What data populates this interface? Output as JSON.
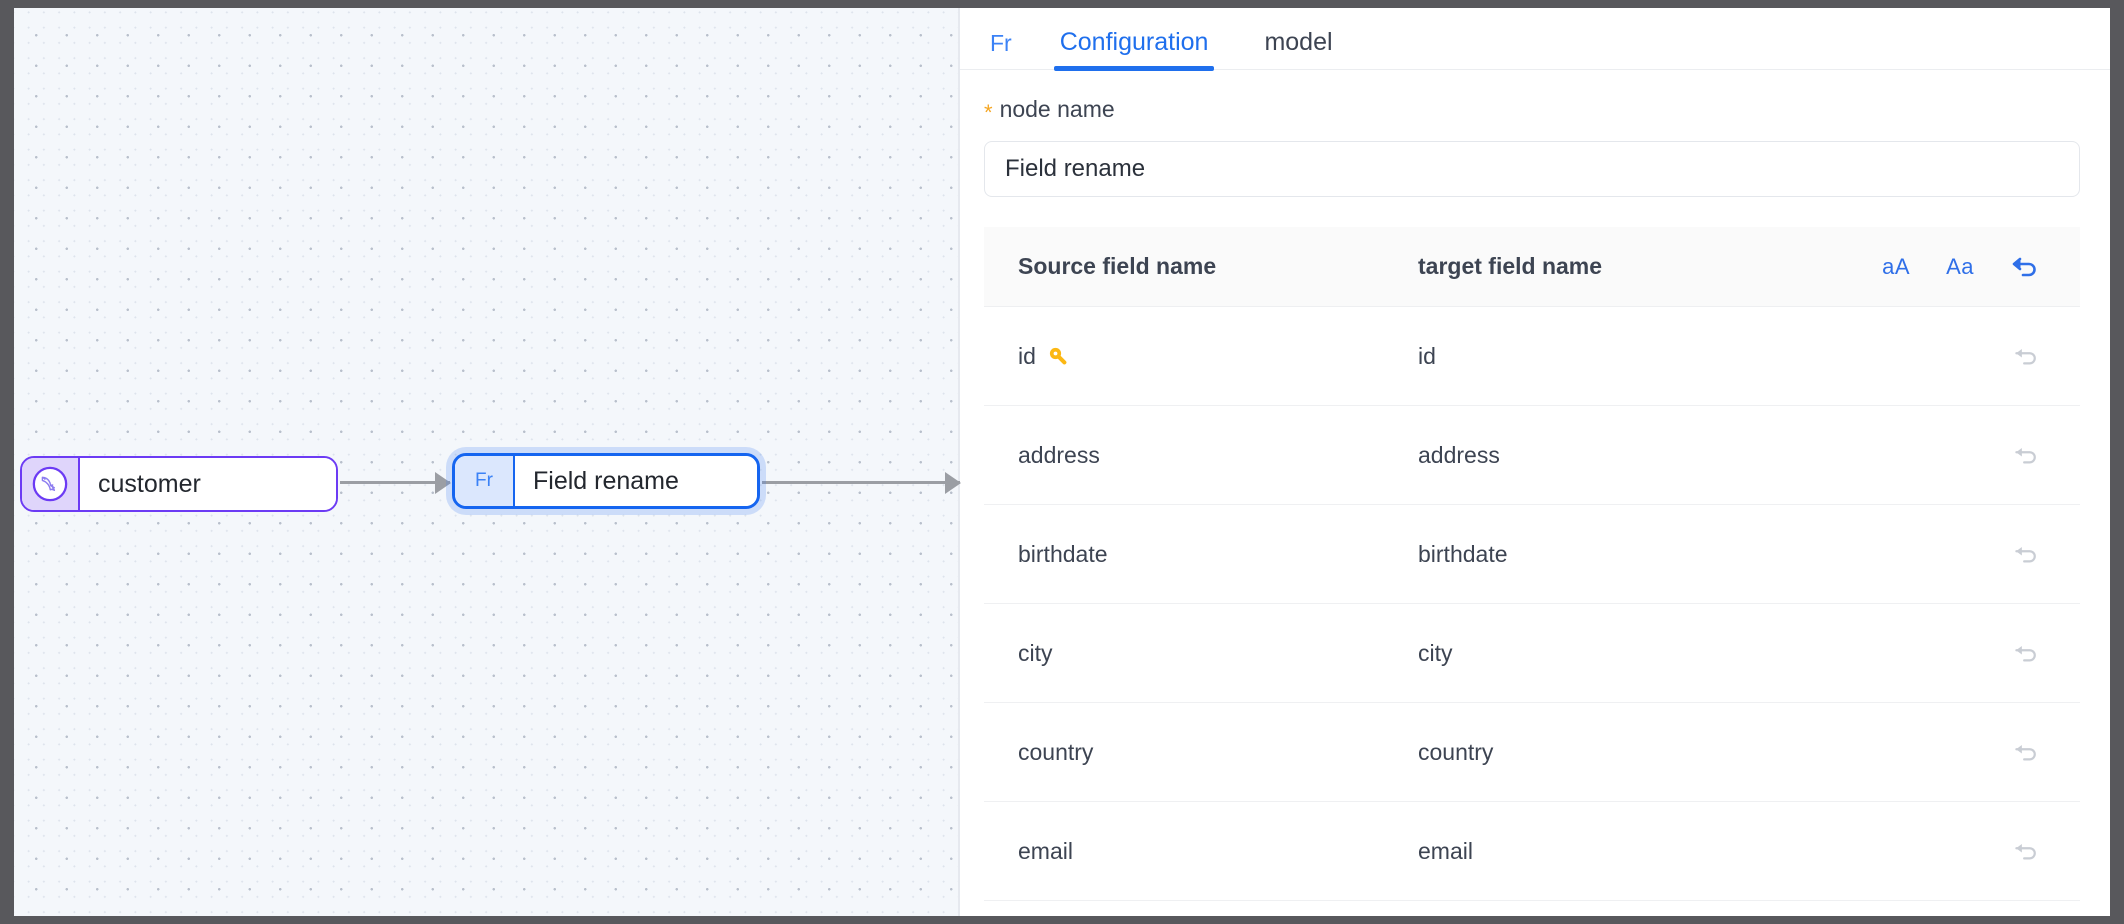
{
  "canvas": {
    "nodes": [
      {
        "id": "customer",
        "badge_icon": "mysql-dolphin-icon",
        "label": "customer"
      },
      {
        "id": "field-rename",
        "badge": "Fr",
        "label": "Field rename"
      }
    ],
    "edges": [
      {
        "from": "customer",
        "to": "field-rename",
        "arrow": "arrow-right-icon"
      },
      {
        "from": "field-rename",
        "to": "",
        "arrow": "arrow-right-icon"
      }
    ]
  },
  "panel": {
    "tabs": [
      {
        "key": "badge",
        "label": "Fr",
        "active": false
      },
      {
        "key": "configuration",
        "label": "Configuration",
        "active": true
      },
      {
        "key": "model",
        "label": "model",
        "active": false
      }
    ],
    "node_name": {
      "label": "node name",
      "required_marker": "*",
      "value": "Field rename",
      "placeholder": "node name"
    },
    "table": {
      "columns": [
        "Source field name",
        "target field name"
      ],
      "header_actions": [
        {
          "name": "uppercase-convert-button",
          "label": "aA"
        },
        {
          "name": "lowercase-convert-button",
          "label": "Aa"
        },
        {
          "name": "reset-all-button",
          "icon": "undo-icon"
        }
      ],
      "row_action_icon": "undo-icon",
      "rows": [
        {
          "source": "id",
          "target": "id",
          "primary_key": true
        },
        {
          "source": "address",
          "target": "address",
          "primary_key": false
        },
        {
          "source": "birthdate",
          "target": "birthdate",
          "primary_key": false
        },
        {
          "source": "city",
          "target": "city",
          "primary_key": false
        },
        {
          "source": "country",
          "target": "country",
          "primary_key": false
        },
        {
          "source": "email",
          "target": "email",
          "primary_key": false
        }
      ]
    }
  },
  "colors": {
    "accent_blue": "#1f6fed",
    "node_source_purple": "#6c3bf4",
    "node_selected_blue": "#1565f0",
    "required_orange": "#f5a623",
    "key_yellow": "#fcb813",
    "text_primary": "#3d4452"
  }
}
